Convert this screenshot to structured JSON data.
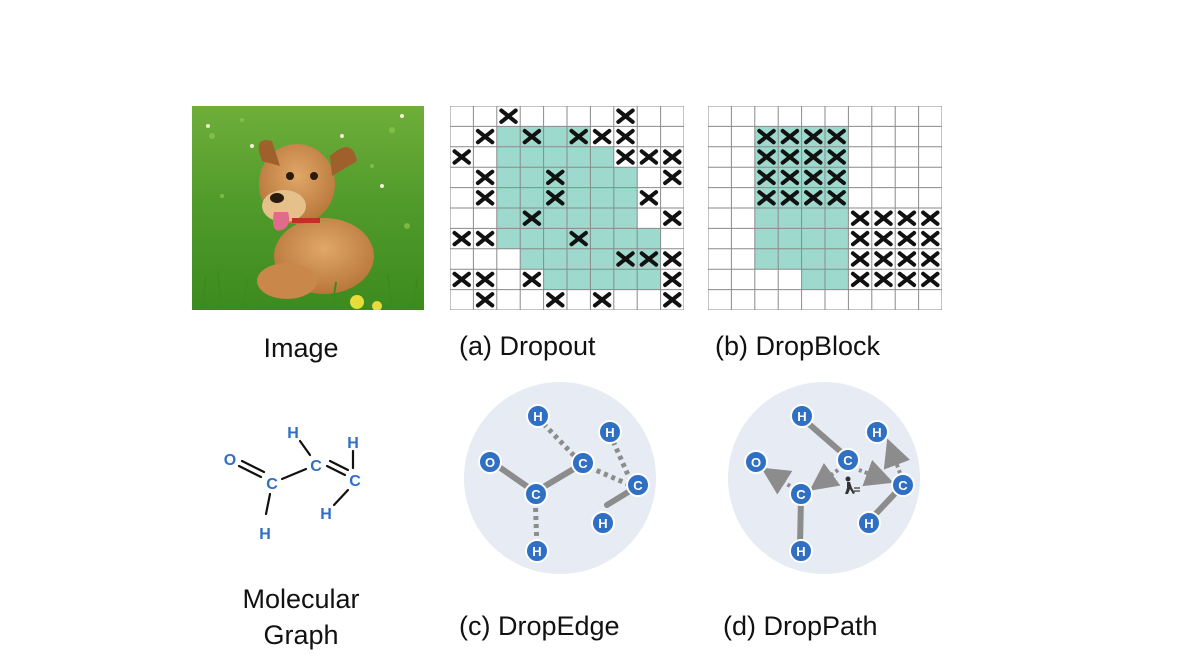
{
  "labels": {
    "image": "Image",
    "dropout": "(a) Dropout",
    "dropblock": "(b) DropBlock",
    "molecular_line1": "Molecular",
    "molecular_line2": "Graph",
    "dropedge": "(c) DropEdge",
    "droppath": "(d) DropPath"
  },
  "colors": {
    "teal": "#9ed9cd",
    "grid": "#8a8a8a",
    "atom_blue": "#2f6fc4",
    "circle_bg": "#e6ebf4",
    "edge_gray": "#8c8c8c",
    "mark_black": "#111111"
  },
  "photo": {
    "description_icon": "dog-photo",
    "colors": {
      "grass": "#4f9a2a",
      "dog": "#c98a4a"
    }
  },
  "dropout": {
    "cols": 10,
    "rows": 10,
    "teal": [
      [
        1,
        2
      ],
      [
        1,
        3
      ],
      [
        1,
        4
      ],
      [
        1,
        5
      ],
      [
        2,
        2
      ],
      [
        2,
        3
      ],
      [
        2,
        4
      ],
      [
        2,
        5
      ],
      [
        2,
        6
      ],
      [
        3,
        2
      ],
      [
        3,
        3
      ],
      [
        3,
        4
      ],
      [
        3,
        5
      ],
      [
        3,
        6
      ],
      [
        3,
        7
      ],
      [
        4,
        2
      ],
      [
        4,
        3
      ],
      [
        4,
        4
      ],
      [
        4,
        5
      ],
      [
        4,
        6
      ],
      [
        4,
        7
      ],
      [
        5,
        2
      ],
      [
        5,
        3
      ],
      [
        5,
        4
      ],
      [
        5,
        5
      ],
      [
        5,
        6
      ],
      [
        5,
        7
      ],
      [
        6,
        2
      ],
      [
        6,
        3
      ],
      [
        6,
        4
      ],
      [
        6,
        5
      ],
      [
        6,
        6
      ],
      [
        6,
        7
      ],
      [
        6,
        8
      ],
      [
        7,
        3
      ],
      [
        7,
        4
      ],
      [
        7,
        5
      ],
      [
        7,
        6
      ],
      [
        7,
        7
      ],
      [
        7,
        8
      ],
      [
        8,
        4
      ],
      [
        8,
        5
      ],
      [
        8,
        6
      ],
      [
        8,
        7
      ],
      [
        8,
        8
      ]
    ],
    "x": [
      [
        0,
        2
      ],
      [
        0,
        7
      ],
      [
        1,
        1
      ],
      [
        1,
        3
      ],
      [
        1,
        5
      ],
      [
        1,
        6
      ],
      [
        1,
        7
      ],
      [
        2,
        0
      ],
      [
        2,
        7
      ],
      [
        2,
        8
      ],
      [
        2,
        9
      ],
      [
        3,
        1
      ],
      [
        3,
        4
      ],
      [
        3,
        9
      ],
      [
        4,
        1
      ],
      [
        4,
        4
      ],
      [
        4,
        8
      ],
      [
        5,
        3
      ],
      [
        5,
        9
      ],
      [
        6,
        0
      ],
      [
        6,
        1
      ],
      [
        6,
        5
      ],
      [
        7,
        7
      ],
      [
        7,
        8
      ],
      [
        7,
        9
      ],
      [
        8,
        0
      ],
      [
        8,
        1
      ],
      [
        8,
        3
      ],
      [
        8,
        9
      ],
      [
        9,
        1
      ],
      [
        9,
        4
      ],
      [
        9,
        6
      ],
      [
        9,
        9
      ]
    ]
  },
  "dropblock": {
    "cols": 10,
    "rows": 10,
    "teal_blocks": [
      [
        1,
        2,
        5,
        4
      ],
      [
        5,
        2,
        3,
        4
      ],
      [
        5,
        4,
        4,
        2
      ]
    ],
    "x": [
      [
        1,
        2
      ],
      [
        1,
        3
      ],
      [
        1,
        4
      ],
      [
        1,
        5
      ],
      [
        2,
        2
      ],
      [
        2,
        3
      ],
      [
        2,
        4
      ],
      [
        2,
        5
      ],
      [
        3,
        2
      ],
      [
        3,
        3
      ],
      [
        3,
        4
      ],
      [
        3,
        5
      ],
      [
        4,
        2
      ],
      [
        4,
        3
      ],
      [
        4,
        4
      ],
      [
        4,
        5
      ],
      [
        5,
        6
      ],
      [
        5,
        7
      ],
      [
        5,
        8
      ],
      [
        5,
        9
      ],
      [
        6,
        6
      ],
      [
        6,
        7
      ],
      [
        6,
        8
      ],
      [
        6,
        9
      ],
      [
        7,
        6
      ],
      [
        7,
        7
      ],
      [
        7,
        8
      ],
      [
        7,
        9
      ],
      [
        8,
        6
      ],
      [
        8,
        7
      ],
      [
        8,
        8
      ],
      [
        8,
        9
      ]
    ]
  },
  "molecule": {
    "atoms": [
      {
        "id": "O",
        "label": "O"
      },
      {
        "id": "C1",
        "label": "C"
      },
      {
        "id": "H1",
        "label": "H"
      },
      {
        "id": "H2",
        "label": "H"
      },
      {
        "id": "C2",
        "label": "C"
      },
      {
        "id": "H3",
        "label": "H"
      },
      {
        "id": "C3",
        "label": "C"
      },
      {
        "id": "H4",
        "label": "H"
      }
    ]
  },
  "dropedge": {
    "nodes": [
      {
        "id": "O",
        "label": "O"
      },
      {
        "id": "C1",
        "label": "C"
      },
      {
        "id": "H1",
        "label": "H"
      },
      {
        "id": "H2",
        "label": "H"
      },
      {
        "id": "C2",
        "label": "C"
      },
      {
        "id": "H3",
        "label": "H"
      },
      {
        "id": "C3",
        "label": "C"
      },
      {
        "id": "H4",
        "label": "H"
      }
    ]
  },
  "droppath": {
    "nodes": [
      {
        "id": "O",
        "label": "O"
      },
      {
        "id": "C1",
        "label": "C"
      },
      {
        "id": "H1",
        "label": "H"
      },
      {
        "id": "H2",
        "label": "H"
      },
      {
        "id": "C2",
        "label": "C"
      },
      {
        "id": "H3",
        "label": "H"
      },
      {
        "id": "C3",
        "label": "C"
      },
      {
        "id": "H4",
        "label": "H"
      }
    ],
    "walker_icon": "walker-icon"
  }
}
